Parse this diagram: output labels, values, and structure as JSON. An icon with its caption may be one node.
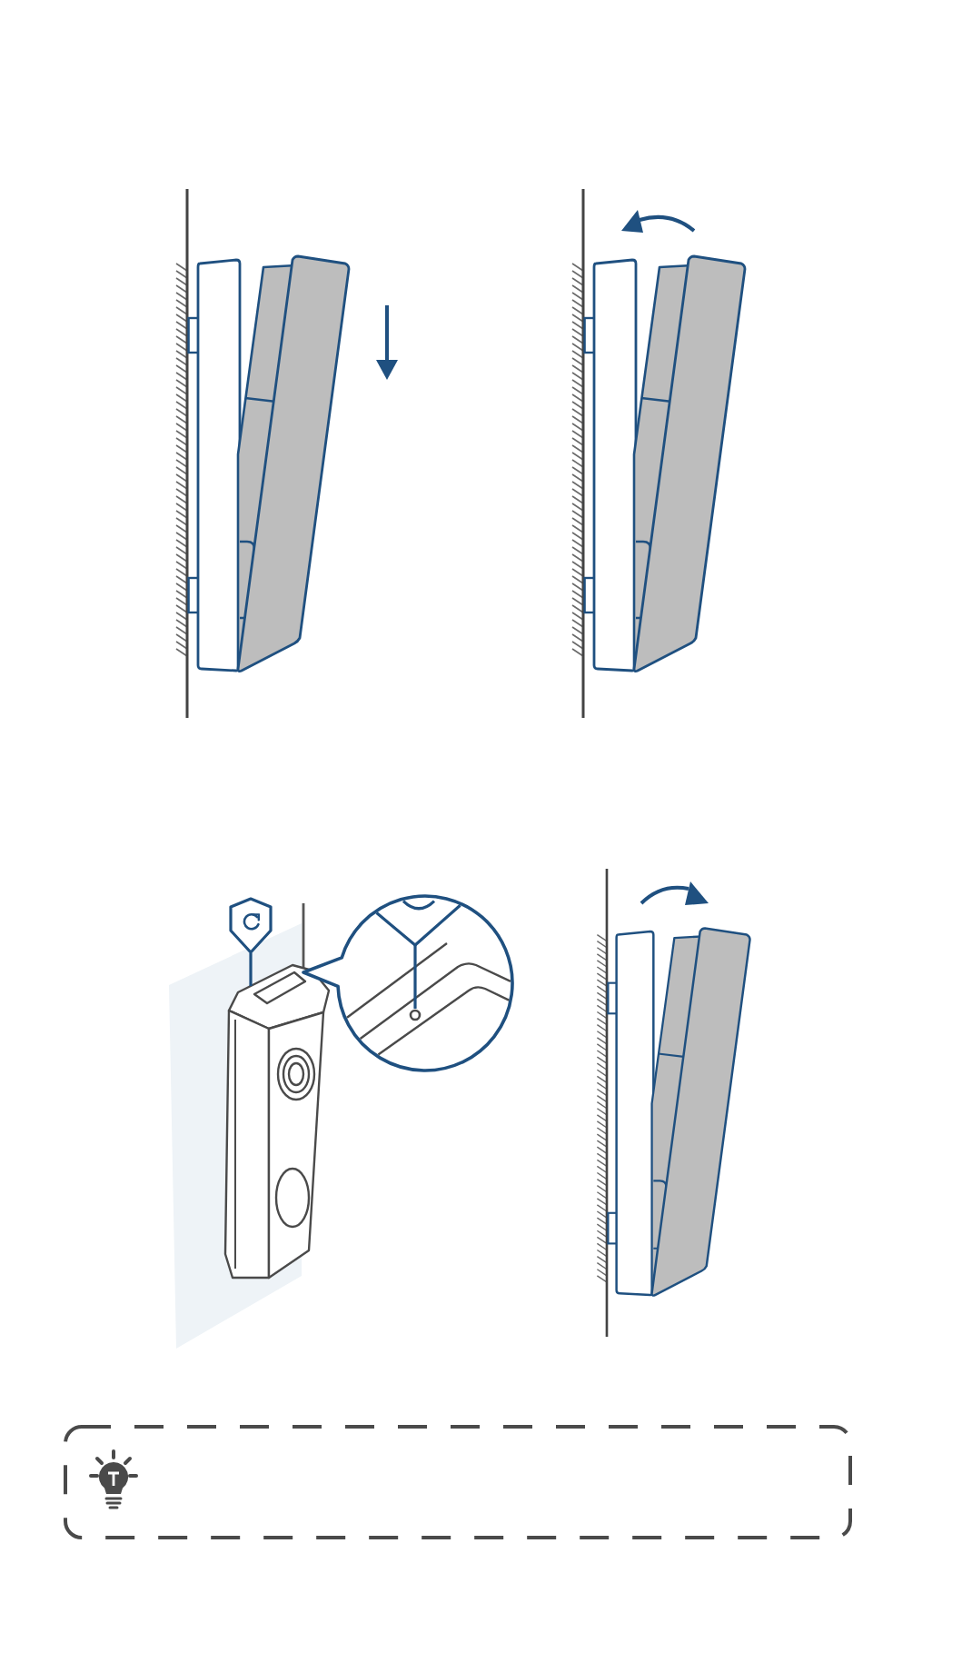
{
  "diagram": {
    "nodes": [
      {
        "text": [],
        "shape": "shield"
      },
      {
        "text": [],
        "shape": "picture"
      },
      {
        "text": [],
        "shape": "circle"
      },
      {
        "text": [],
        "shape": "circle",
        "in": 2
      },
      {
        "text": [],
        "shape": "box"
      }
    ],
    "edges": [
      {
        "from": 0,
        "to": 1,
        "arrow": "none"
      },
      {
        "from": null,
        "to": 3,
        "arrow": "none"
      }
    ]
  }
}
